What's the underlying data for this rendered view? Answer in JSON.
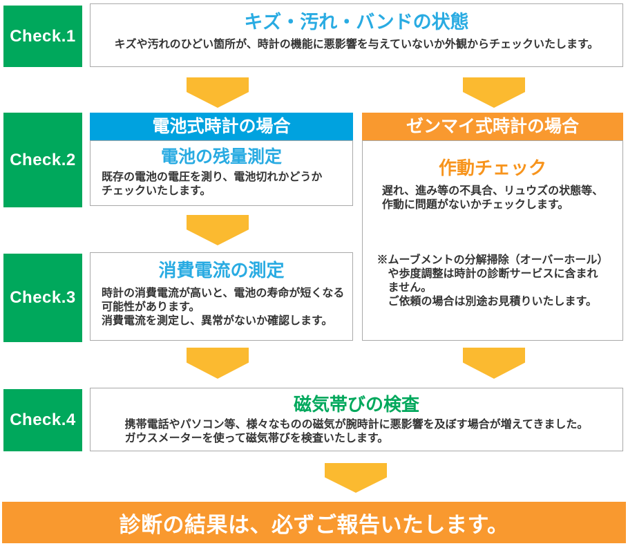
{
  "colors": {
    "green": "#00a85c",
    "blue": "#00a2df",
    "orange": "#f9992f",
    "arrow": "#fbba30",
    "titleblue": "#29abe2",
    "titleorange": "#f7941d",
    "titlegreen": "#00a85c",
    "text": "#333333",
    "border": "#a8a8a8"
  },
  "check1": {
    "label": "Check.1",
    "title": "キズ・汚れ・バンドの状態",
    "desc": "キズや汚れのひどい箇所が、時計の機能に悪影響を与えていないか外観からチェックいたします。"
  },
  "check2": {
    "label": "Check.2",
    "battery": {
      "header": "電池式時計の場合",
      "title": "電池の残量測定",
      "desc": "既存の電池の電圧を測り、電池切れかどうか\nチェックいたします。"
    },
    "spring": {
      "header": "ゼンマイ式時計の場合",
      "title": "作動チェック",
      "desc": "遅れ、進み等の不具合、リュウズの状態等、\n作動に問題がないかチェックします。",
      "note": "※ムーブメントの分解掃除（オーバーホール）\n　や歩度調整は時計の診断サービスに含まれ\n　ません。\n　ご依頼の場合は別途お見積りいたします。"
    }
  },
  "check3": {
    "label": "Check.3",
    "title": "消費電流の測定",
    "desc": "時計の消費電流が高いと、電池の寿命が短くなる\n可能性があります。\n消費電流を測定し、異常がないか確認します。"
  },
  "check4": {
    "label": "Check.4",
    "title": "磁気帯びの検査",
    "desc": "携帯電話やパソコン等、様々なものの磁気が腕時計に悪影響を及ぼす場合が増えてきました。\nガウスメーターを使って磁気帯びを検査いたします。"
  },
  "result": {
    "text": "診断の結果は、必ずご報告いたします。"
  }
}
